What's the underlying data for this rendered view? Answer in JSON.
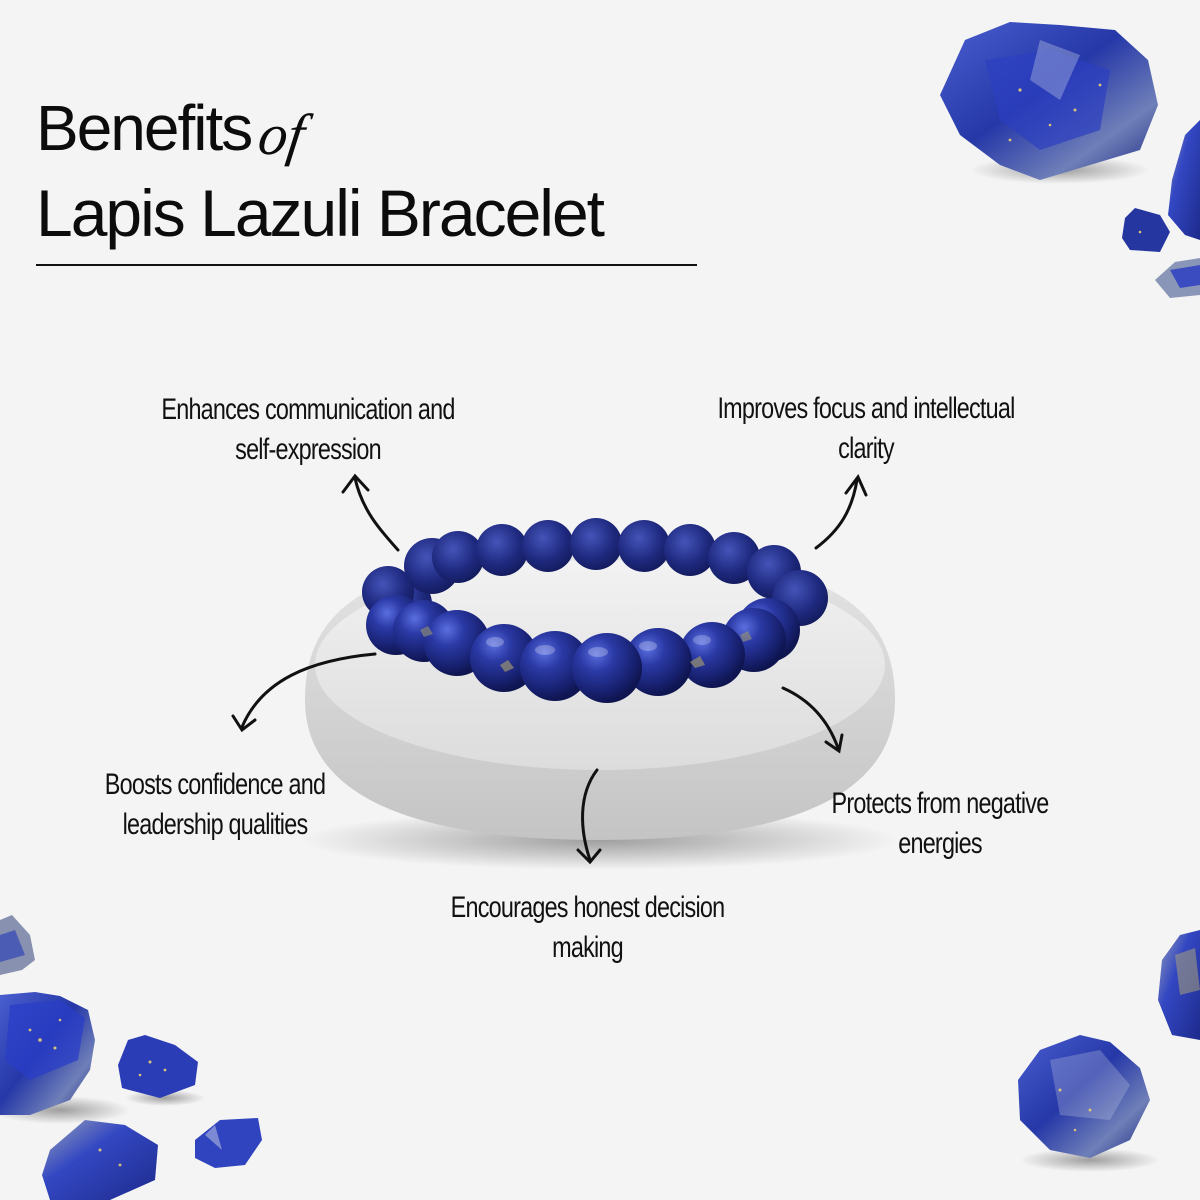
{
  "title": {
    "line1_word": "Benefits",
    "line1_connector": "of",
    "line2": "Lapis Lazuli Bracelet"
  },
  "product": {
    "name": "Lapis Lazuli Bracelet",
    "bead_color": "#1e2a8c",
    "pedestal_color": "#e6e6e6"
  },
  "benefits": [
    {
      "id": "communication",
      "line1": "Enhances communication and",
      "line2": "self-expression"
    },
    {
      "id": "focus",
      "line1": "Improves focus and intellectual",
      "line2": "clarity"
    },
    {
      "id": "confidence",
      "line1": "Boosts confidence and",
      "line2": "leadership qualities"
    },
    {
      "id": "protection",
      "line1": "Protects from negative",
      "line2": "energies"
    },
    {
      "id": "decision",
      "line1": "Encourages honest decision",
      "line2": "making"
    }
  ],
  "colors": {
    "background": "#f4f4f4",
    "text": "#111111",
    "lapis_blue": "#2a3fb8",
    "lapis_dark": "#1a2270",
    "pyrite_gold": "#c9b06a"
  }
}
